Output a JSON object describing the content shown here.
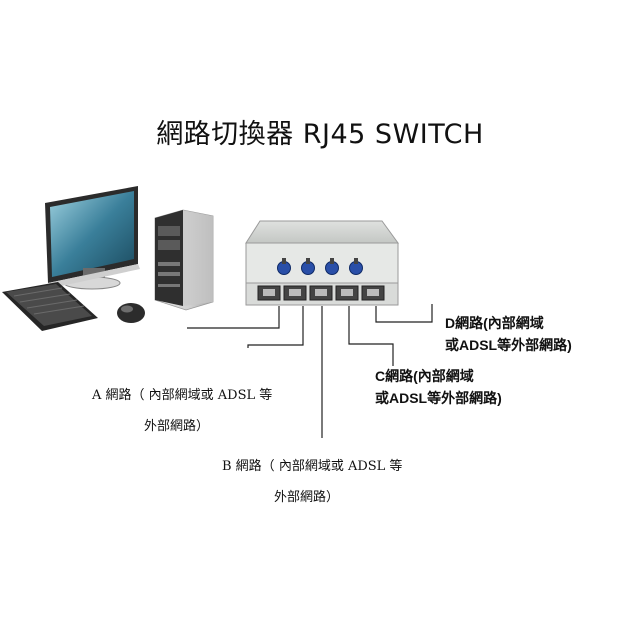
{
  "title": "網路切換器 RJ45 SWITCH",
  "labels": {
    "a": {
      "line1": "A 網路（ 內部網域或 ADSL 等",
      "line2": "外部網路）"
    },
    "b": {
      "line1": "B 網路（ 內部網域或 ADSL 等",
      "line2": "外部網路）"
    },
    "c": {
      "line1": "C網路(內部網域",
      "line2": "或ADSL等外部網路)"
    },
    "d": {
      "line1": "D網路(內部網域",
      "line2": "或ADSL等外部網路)"
    }
  },
  "colors": {
    "knob": "#2a4fa8",
    "line": "#222222",
    "screen": "#3a7f9a"
  }
}
